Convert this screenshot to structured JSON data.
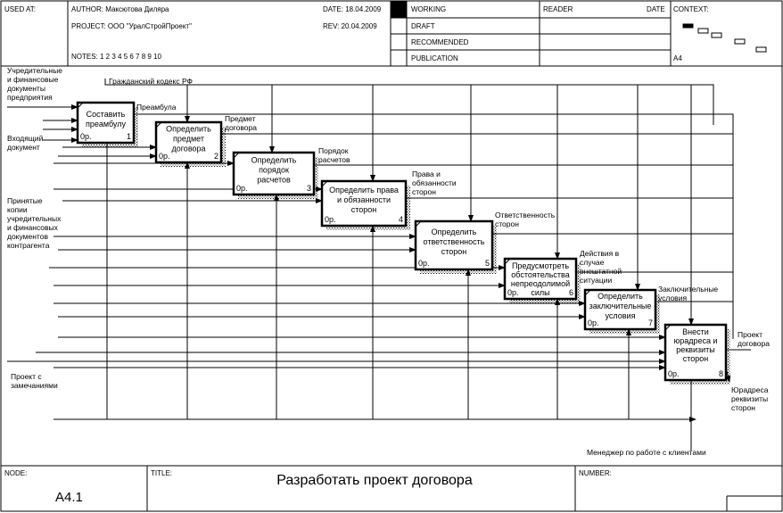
{
  "header": {
    "used_at": "USED AT:",
    "author": "AUTHOR:  Максютова Диляра",
    "project": "PROJECT:  ООО \"УралСтройПроект\"",
    "date": "DATE: 18.04.2009",
    "rev": "REV:   20.04.2009",
    "notes": "NOTES:  1  2  3  4  5  6  7  8  9  10",
    "status": [
      "WORKING",
      "DRAFT",
      "RECOMMENDED",
      "PUBLICATION"
    ],
    "reader": "READER",
    "reader_date": "DATE",
    "context": "CONTEXT:",
    "context_node": "A4"
  },
  "boxes": [
    {
      "lines": [
        "Составить",
        "преамбулу"
      ],
      "num": "1",
      "cost": "0р."
    },
    {
      "lines": [
        "Определить",
        "предмет",
        "договора"
      ],
      "num": "2",
      "cost": "0р."
    },
    {
      "lines": [
        "Определить",
        "порядок",
        "расчетов"
      ],
      "num": "3",
      "cost": "0р."
    },
    {
      "lines": [
        "Определить права",
        "и обязанности",
        "сторон"
      ],
      "num": "4",
      "cost": "0р."
    },
    {
      "lines": [
        "Определить",
        "ответственность",
        "сторон"
      ],
      "num": "5",
      "cost": "0р."
    },
    {
      "lines": [
        "Предусмотреть",
        "обстоятельства",
        "непреодолимой",
        "силы"
      ],
      "num": "6",
      "cost": "0р."
    },
    {
      "lines": [
        "Определить",
        "заключительные",
        "условия"
      ],
      "num": "7",
      "cost": "0р."
    },
    {
      "lines": [
        "Внести",
        "юрадреса и",
        "реквизиты",
        "сторон"
      ],
      "num": "8",
      "cost": "0р."
    }
  ],
  "arrows": {
    "in1": [
      "Учредительные",
      "и финансовые",
      "документы",
      "предприятия"
    ],
    "in2": [
      "Входящий",
      "документ"
    ],
    "in3": [
      "Принятые",
      "копии",
      "учредительных",
      "и финансовых",
      "документов",
      "контрагента"
    ],
    "in4": [
      "Проект с",
      "замечаниями"
    ],
    "ctrl": [
      "Гражданский кодекс РФ"
    ],
    "o1": [
      "Преамбула"
    ],
    "o2": [
      "Предмет",
      "договора"
    ],
    "o3": [
      "Порядок",
      "расчетов"
    ],
    "o4": [
      "Права и",
      "обязанности",
      "сторон"
    ],
    "o5": [
      "Ответственность",
      "сторон"
    ],
    "o6": [
      "Действия в",
      "случае",
      "внештатной",
      "ситуации"
    ],
    "o7": [
      "Заключительные",
      "условия"
    ],
    "o8": [
      "Проект",
      "договора"
    ],
    "o9": [
      "Юрадреса",
      "реквизиты",
      "сторон"
    ],
    "mech": [
      "Менеджер по работе с клиентами"
    ]
  },
  "footer": {
    "node_label": "NODE:",
    "node": "A4.1",
    "title_label": "TITLE:",
    "title": "Разработать проект договора",
    "number_label": "NUMBER:"
  }
}
